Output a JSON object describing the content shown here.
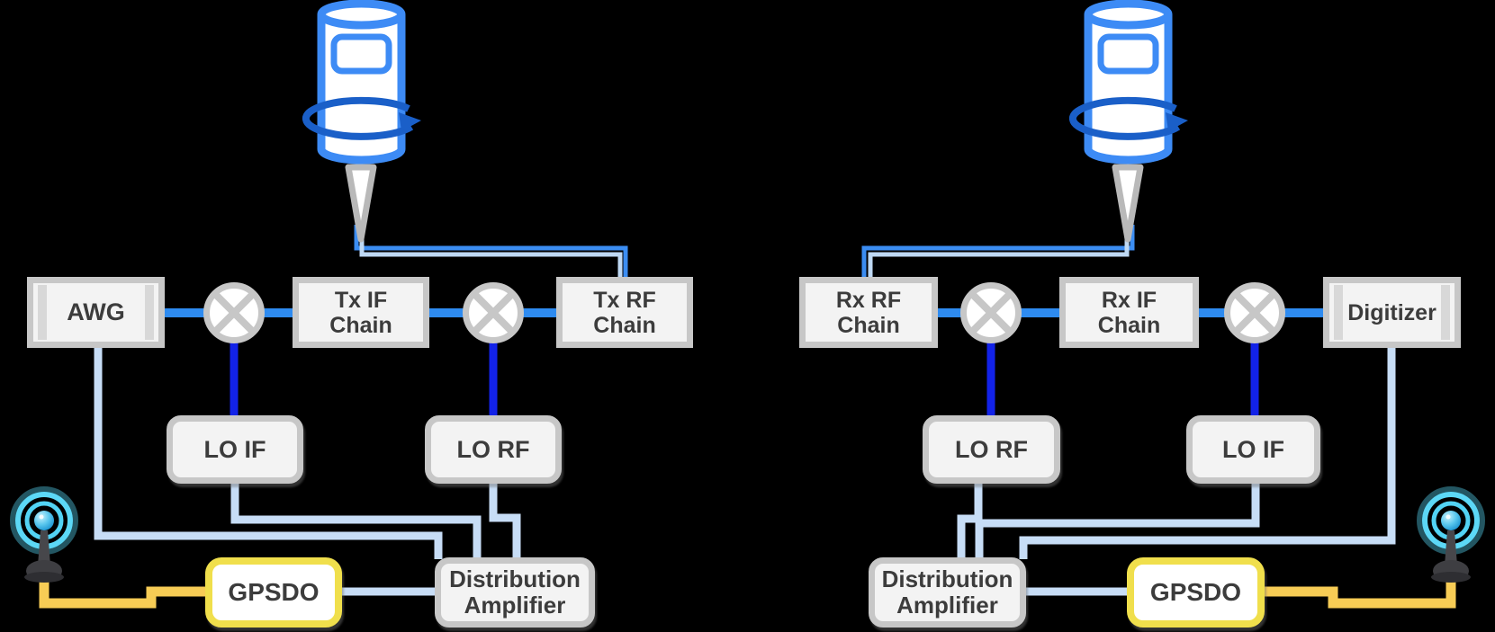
{
  "diagram": {
    "description": "Over-the-air RF measurement setup block diagram with Tx and Rx halves",
    "colors": {
      "background": "#000000",
      "signal_blue": "#2E8BF0",
      "lo_dark_blue": "#1222E8",
      "reference_light_blue": "#C7DDF6",
      "gps_yellow_cable": "#F7CC55",
      "gpsdo_border_yellow": "#F0DF4C",
      "box_border_gray": "#C7C7C7",
      "box_fill": "#F3F3F3",
      "label_text": "#3C3C3C",
      "positioner_blue": "#3D8BF5",
      "rotation_arrow_blue": "#1A5FC8",
      "antenna_cyan": "#58D7F5"
    },
    "tx": {
      "awg": "AWG",
      "if_chain": "Tx IF\nChain",
      "rf_chain": "Tx RF\nChain",
      "lo_if": "LO IF",
      "lo_rf": "LO RF",
      "dist_amp": "Distribution\nAmplifier",
      "gpsdo": "GPSDO"
    },
    "rx": {
      "rf_chain": "Rx RF\nChain",
      "if_chain": "Rx IF\nChain",
      "digitizer": "Digitizer",
      "lo_rf": "LO RF",
      "lo_if": "LO IF",
      "dist_amp": "Distribution\nAmplifier",
      "gpsdo": "GPSDO"
    },
    "icons": [
      "rotating-positioner-icon",
      "rotation-arrow-icon",
      "probe-antenna-icon",
      "mixer-icon",
      "gps-antenna-icon"
    ]
  }
}
